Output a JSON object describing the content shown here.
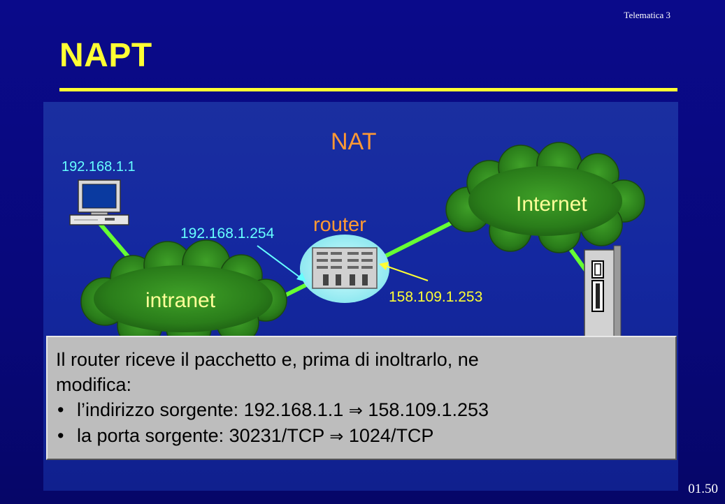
{
  "header": {
    "label": "Telematica 3"
  },
  "title": "NAPT",
  "diagram": {
    "nat_label": "NAT",
    "host_ip": "192.168.1.1",
    "router_label": "router",
    "router_internal_ip": "192.168.1.254",
    "router_external_ip": "158.109.1.253",
    "intranet_label": "intranet",
    "internet_label": "Internet"
  },
  "caption": {
    "line1": "Il router riceve il pacchetto e, prima di inoltrarlo, ne",
    "line2": "modifica:",
    "bullets": [
      {
        "text": "l’indirizzo sorgente: 192.168.1.1",
        "arrow": "⇒",
        "result": "158.109.1.253"
      },
      {
        "text": "la porta sorgente: 30231/TCP",
        "arrow": "⇒",
        "result": "1024/TCP"
      }
    ],
    "bullet_symbol": "•"
  },
  "slide_number": "01.50",
  "colors": {
    "background": "#0a0a8a",
    "title": "#ffff33",
    "nat_label": "#ff9933",
    "internal_ip": "#66ffff",
    "external_ip": "#ffff33",
    "cloud": "#2f8a1e",
    "link": "#66ff33"
  }
}
